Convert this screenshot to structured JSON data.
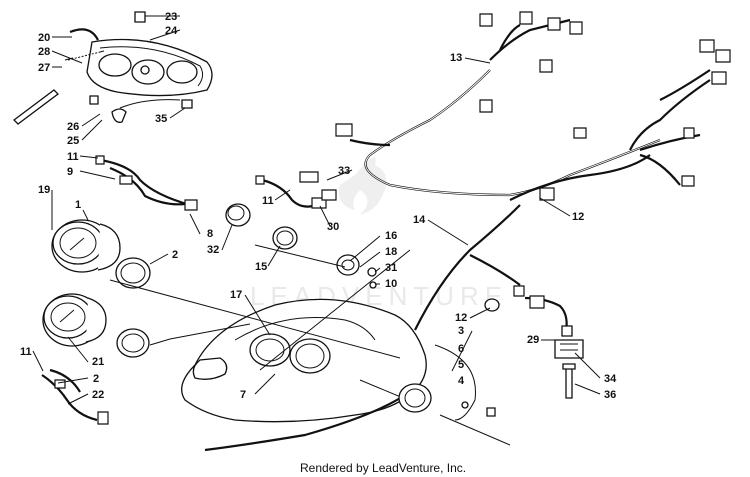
{
  "watermark": "LEADVENTURE",
  "footer": "Rendered by LeadVenture, Inc.",
  "callouts": [
    "1",
    "2",
    "2",
    "3",
    "4",
    "5",
    "6",
    "7",
    "8",
    "9",
    "10",
    "11",
    "11",
    "11",
    "12",
    "12",
    "13",
    "14",
    "15",
    "16",
    "17",
    "18",
    "19",
    "20",
    "21",
    "22",
    "23",
    "24",
    "25",
    "26",
    "27",
    "28",
    "29",
    "30",
    "31",
    "32",
    "33",
    "34",
    "35",
    "36"
  ]
}
